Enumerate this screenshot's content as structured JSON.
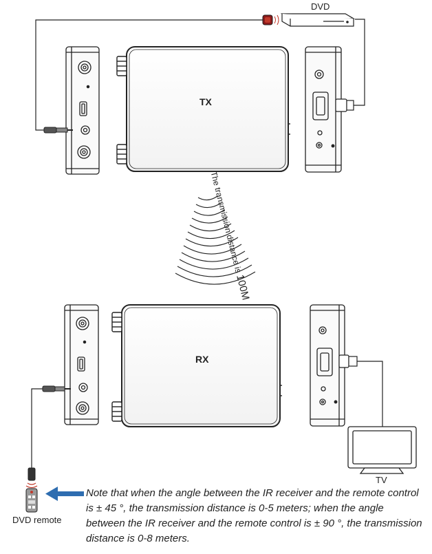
{
  "labels": {
    "dvd": "DVD",
    "tx": "TX",
    "rx": "RX",
    "tv": "TV",
    "dvd_remote": "DVD remote"
  },
  "distance": {
    "text": "The transmission distance is ",
    "value": "100M"
  },
  "note": "Note that when the angle between the IR receiver and the remote control is ± 45 °, the transmission distance is 0-5 meters; when the angle between the IR receiver and the remote control is ± 90 °, the transmission distance is 0-8 meters.",
  "colors": {
    "line": "#222222",
    "arrow": "#2e6db0",
    "ir_red": "#c0392b"
  },
  "icons": [
    "ir-emitter-icon",
    "hdmi-port-icon",
    "antenna-connector-icon",
    "ir-receiver-icon",
    "remote-control-icon",
    "hdmi-plug-icon",
    "wireless-signal-icon",
    "arrow-left-icon"
  ]
}
